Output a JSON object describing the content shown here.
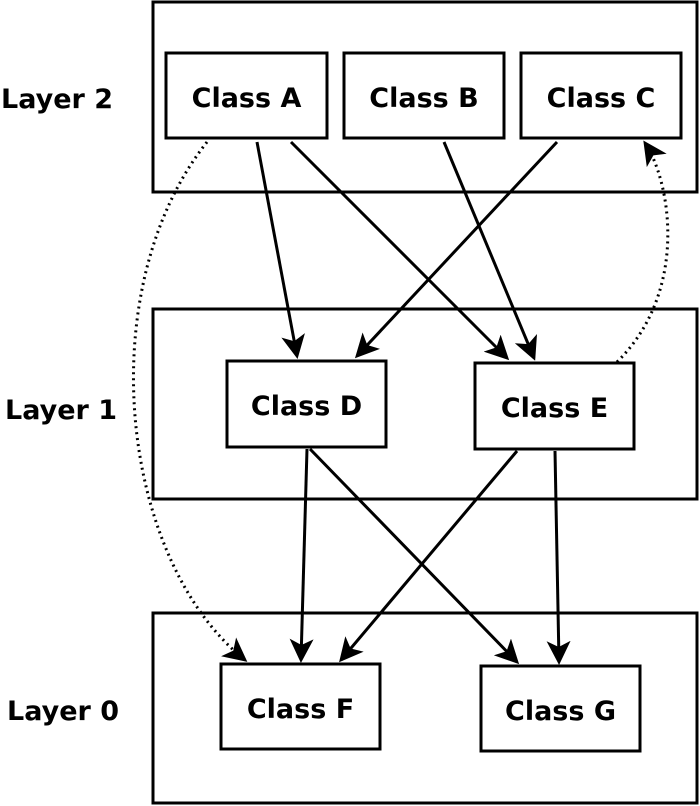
{
  "layers": [
    {
      "id": "layer2",
      "label": "Layer 2"
    },
    {
      "id": "layer1",
      "label": "Layer 1"
    },
    {
      "id": "layer0",
      "label": "Layer 0"
    }
  ],
  "classes": [
    {
      "id": "A",
      "label": "Class A",
      "layer": "layer2"
    },
    {
      "id": "B",
      "label": "Class B",
      "layer": "layer2"
    },
    {
      "id": "C",
      "label": "Class C",
      "layer": "layer2"
    },
    {
      "id": "D",
      "label": "Class D",
      "layer": "layer1"
    },
    {
      "id": "E",
      "label": "Class E",
      "layer": "layer1"
    },
    {
      "id": "F",
      "label": "Class F",
      "layer": "layer0"
    },
    {
      "id": "G",
      "label": "Class G",
      "layer": "layer0"
    }
  ],
  "edges": [
    {
      "from": "A",
      "to": "D",
      "style": "solid"
    },
    {
      "from": "A",
      "to": "E",
      "style": "solid"
    },
    {
      "from": "B",
      "to": "E",
      "style": "solid"
    },
    {
      "from": "C",
      "to": "D",
      "style": "solid"
    },
    {
      "from": "D",
      "to": "F",
      "style": "solid"
    },
    {
      "from": "D",
      "to": "G",
      "style": "solid"
    },
    {
      "from": "E",
      "to": "F",
      "style": "solid"
    },
    {
      "from": "E",
      "to": "G",
      "style": "solid"
    },
    {
      "from": "A",
      "to": "F",
      "style": "dotted"
    },
    {
      "from": "E",
      "to": "C",
      "style": "dotted"
    }
  ]
}
